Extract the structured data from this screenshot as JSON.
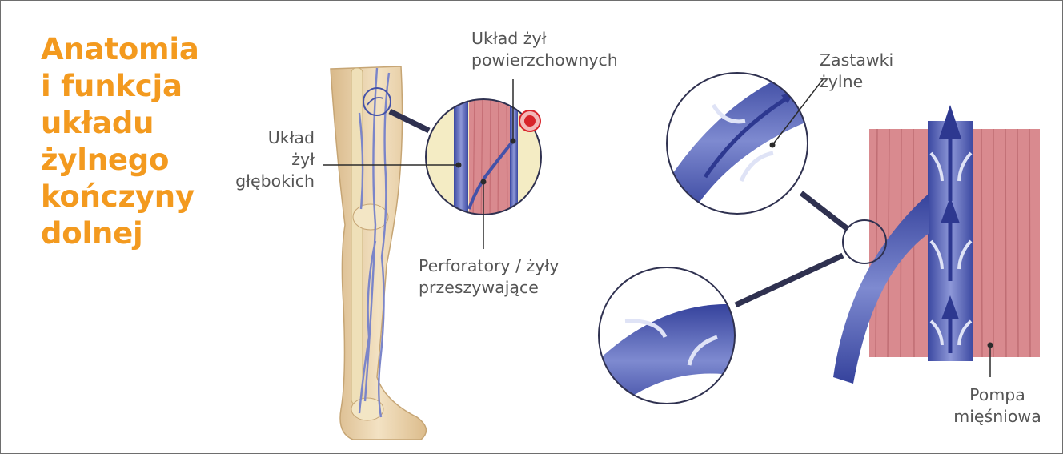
{
  "title": {
    "lines": [
      "Anatomia",
      "i funkcja",
      "układu",
      "żylnego",
      "kończyny",
      "dolnej"
    ],
    "color": "#f39a1f"
  },
  "labels": {
    "superficial": [
      "Układ żył",
      "powierzchownych"
    ],
    "deep": [
      "Układ",
      "żył",
      "głębokich"
    ],
    "perforators": [
      "Perforatory / żyły",
      "przeszywające"
    ],
    "valves": [
      "Zastawki",
      "żylne"
    ],
    "muscle_pump": [
      "Pompa",
      "mięśniowa"
    ]
  },
  "colors": {
    "vein": "#4452a8",
    "vein_light": "#8e98d8",
    "muscle": "#d98a8f",
    "skin": "#ecd3a8",
    "leader": "#2b2b2b",
    "marker": "#d8232a"
  }
}
